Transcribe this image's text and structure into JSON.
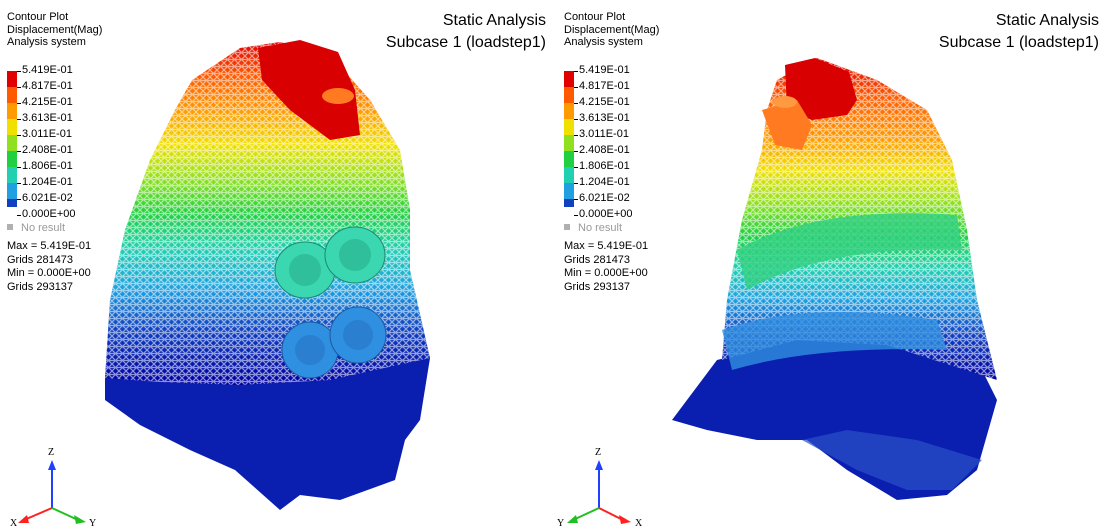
{
  "header": {
    "plot_type": "Contour Plot",
    "result": "Displacement(Mag)",
    "system": "Analysis system"
  },
  "title": {
    "analysis": "Static Analysis",
    "subcase": "Subcase 1 (loadstep1)"
  },
  "legend": {
    "levels": [
      {
        "label": "5.419E-01",
        "color": "#e00000"
      },
      {
        "label": "4.817E-01",
        "color": "#ff5a00"
      },
      {
        "label": "4.215E-01",
        "color": "#ff9a00"
      },
      {
        "label": "3.613E-01",
        "color": "#f0e000"
      },
      {
        "label": "3.011E-01",
        "color": "#90e020"
      },
      {
        "label": "2.408E-01",
        "color": "#20d040"
      },
      {
        "label": "1.806E-01",
        "color": "#20d0b0"
      },
      {
        "label": "1.204E-01",
        "color": "#20a0e0"
      },
      {
        "label": "6.021E-02",
        "color": "#1040c0"
      },
      {
        "label": "0.000E+00",
        "color": "#0000a0"
      }
    ],
    "no_result": "No result"
  },
  "stats": {
    "max": "Max = 5.419E-01",
    "max_grid": "Grids 281473",
    "min": "Min = 0.000E+00",
    "min_grid": "Grids 293137"
  },
  "triad_left": {
    "z": "Z",
    "x": "X",
    "y": "Y"
  },
  "triad_right": {
    "z": "Z",
    "x": "X",
    "y": "Y"
  },
  "colors": {
    "mesh_stroke": "#ffffff",
    "background": "#ffffff"
  }
}
